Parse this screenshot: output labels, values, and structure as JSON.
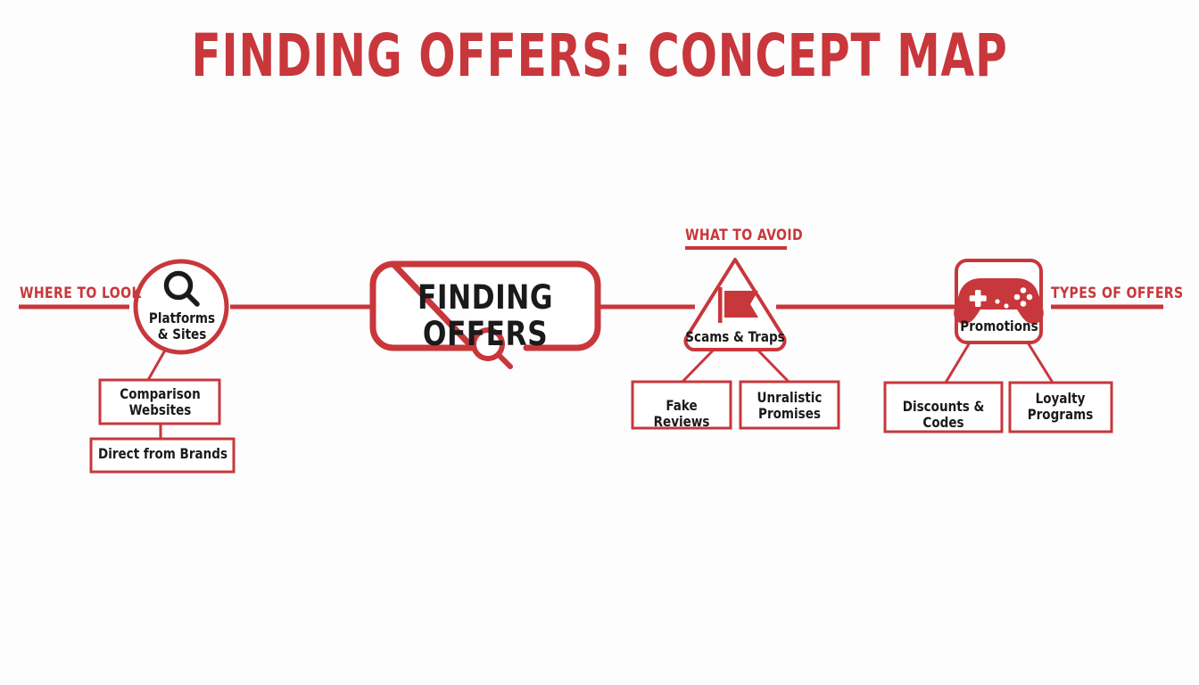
{
  "page": {
    "title": "FINDING OFFERS: CONCEPT MAP",
    "background_color": "#fdfdfd",
    "accent_color": "#C8373B",
    "text_color": "#1a1a1a"
  },
  "labels": {
    "where_to_look": "WHERE TO LOOK",
    "what_to_avoid": "WHAT TO AVOID",
    "types_of_offers": "TYPES OF OFFERS"
  },
  "nodes": {
    "center": {
      "label": "FINDING OFFERS",
      "shape": "rounded-rectangle",
      "icon": "magnifying-glass-icon"
    },
    "platforms": {
      "label": "Platforms\n& Sites",
      "shape": "circle",
      "icon": "magnifying-glass-icon"
    },
    "scams": {
      "label": "Scams & Traps",
      "shape": "triangle",
      "icon": "flag-icon"
    },
    "promotions": {
      "label": "Promotions",
      "shape": "rounded-square",
      "icon": "gamepad-icon"
    }
  },
  "leaf_boxes": {
    "comparison_websites": "Comparison\nWebsites",
    "direct_from_brands": "Direct from Brands",
    "fake_reviews": "Fake Reviews",
    "unralistic_promises": "Unralistic\nPromises",
    "discounts_codes": "Discounts & Codes",
    "loyalty_programs": "Loyalty\nPrograms"
  },
  "chart_data": {
    "type": "diagram",
    "diagram_kind": "concept-map",
    "title": "FINDING OFFERS: CONCEPT MAP",
    "center_node": "FINDING OFFERS",
    "branches": [
      {
        "section_label": "WHERE TO LOOK",
        "node": "Platforms & Sites",
        "node_shape": "circle",
        "node_icon": "magnifying-glass",
        "children": [
          "Comparison Websites",
          "Direct from Brands"
        ]
      },
      {
        "section_label": "WHAT TO AVOID",
        "node": "Scams & Traps",
        "node_shape": "triangle",
        "node_icon": "flag",
        "children": [
          "Fake Reviews",
          "Unralistic Promises"
        ]
      },
      {
        "section_label": "TYPES OF OFFERS",
        "node": "Promotions",
        "node_shape": "rounded-square",
        "node_icon": "gamepad",
        "children": [
          "Discounts & Codes",
          "Loyalty Programs"
        ]
      }
    ]
  }
}
